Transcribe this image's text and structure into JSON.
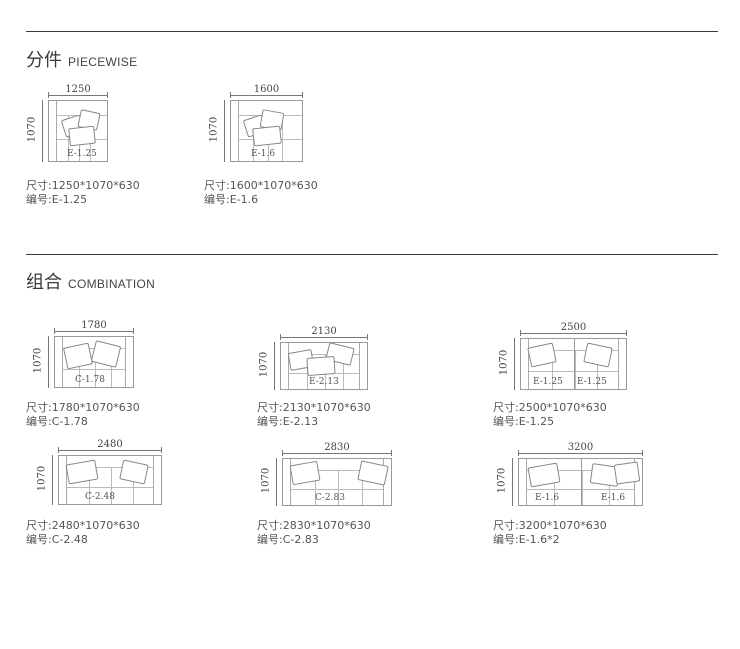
{
  "sections": {
    "piecewise": {
      "cn": "分件",
      "en": "PIECEWISE"
    },
    "combination": {
      "cn": "组合",
      "en": "COMBINATION"
    }
  },
  "labels": {
    "size_prefix": "尺寸:",
    "code_prefix": "编号:"
  },
  "piecewise_items": [
    {
      "width": "1250",
      "depth": "1070",
      "codes": [
        "E-1.25"
      ],
      "size": "1250*1070*630",
      "code": "E-1.25"
    },
    {
      "width": "1600",
      "depth": "1070",
      "codes": [
        "E-1.6"
      ],
      "size": "1600*1070*630",
      "code": "E-1.6"
    }
  ],
  "combination_items": [
    {
      "width": "1780",
      "depth": "1070",
      "codes": [
        "C-1.78"
      ],
      "size": "1780*1070*630",
      "code": "C-1.78"
    },
    {
      "width": "2130",
      "depth": "1070",
      "codes": [
        "E-2.13"
      ],
      "size": "2130*1070*630",
      "code": "E-2.13"
    },
    {
      "width": "2500",
      "depth": "1070",
      "codes": [
        "E-1.25",
        "E-1.25"
      ],
      "size": "2500*1070*630",
      "code": "E-1.25"
    },
    {
      "width": "2480",
      "depth": "1070",
      "codes": [
        "C-2.48"
      ],
      "size": "2480*1070*630",
      "code": "C-2.48"
    },
    {
      "width": "2830",
      "depth": "1070",
      "codes": [
        "C-2.83"
      ],
      "size": "2830*1070*630",
      "code": "C-2.83"
    },
    {
      "width": "3200",
      "depth": "1070",
      "codes": [
        "E-1.6",
        "E-1.6"
      ],
      "size": "3200*1070*630",
      "code": "E-1.6*2"
    }
  ]
}
